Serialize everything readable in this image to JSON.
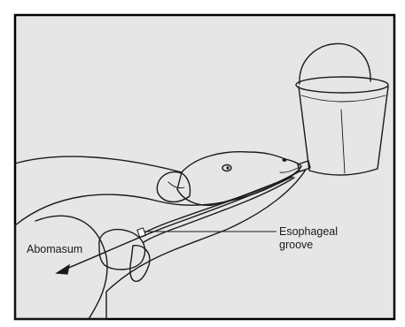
{
  "diagram": {
    "labels": {
      "abomasum": "Abomasum",
      "esophageal_groove_line1": "Esophageal",
      "esophageal_groove_line2": "groove"
    },
    "colors": {
      "background": "#e6e6e6",
      "frame": "#000000",
      "ink": "#1a1a1a",
      "fill_light": "#ffffff"
    }
  }
}
